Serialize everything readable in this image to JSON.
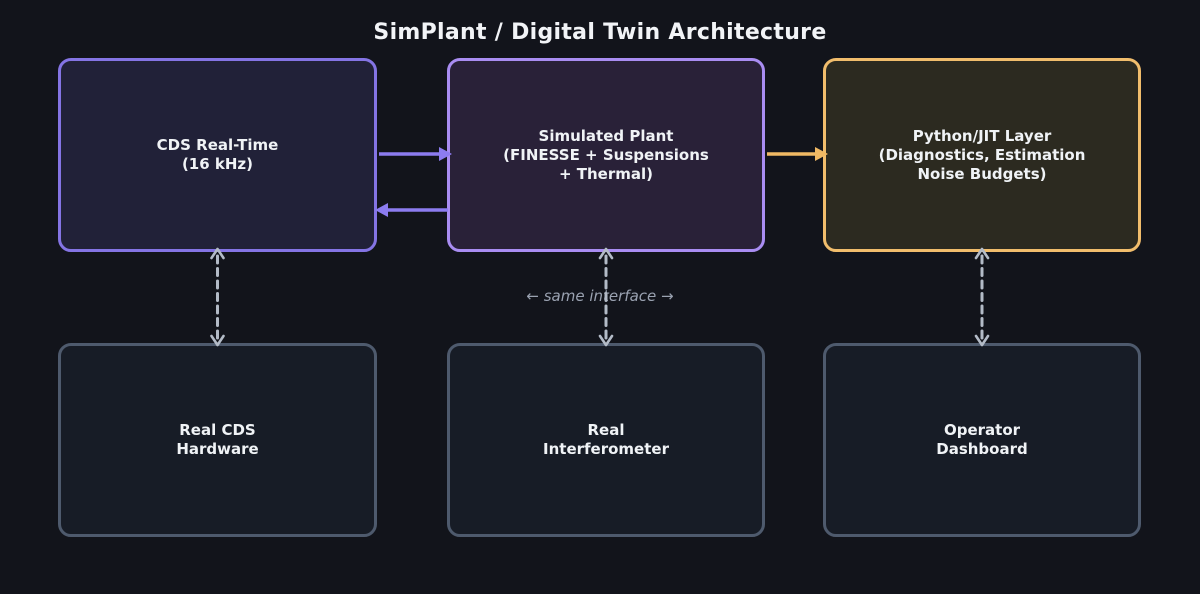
{
  "diagram": {
    "title": "SimPlant / Digital Twin Architecture",
    "top_row": [
      {
        "id": "cds-realtime",
        "lines": [
          "CDS Real-Time",
          "(16 kHz)",
          ""
        ]
      },
      {
        "id": "simulated-plant",
        "lines": [
          "Simulated Plant",
          "(FINESSE + Suspensions",
          "+ Thermal)"
        ]
      },
      {
        "id": "python-jit",
        "lines": [
          "Python/JIT Layer",
          "(Diagnostics, Estimation",
          "Noise Budgets)"
        ]
      }
    ],
    "bottom_row": [
      {
        "id": "real-cds-hardware",
        "lines": [
          "Real CDS",
          "Hardware"
        ]
      },
      {
        "id": "real-interferometer",
        "lines": [
          "Real",
          "Interferometer"
        ]
      },
      {
        "id": "operator-dashboard",
        "lines": [
          "Operator",
          "Dashboard"
        ]
      }
    ],
    "edge_label": "← same interface →",
    "colors": {
      "background": "#12141b",
      "title_text": "#f2f4f7",
      "cds_fill": "#212138",
      "cds_border": "#8474e4",
      "plant_fill": "#292138",
      "plant_border": "#a98df2",
      "python_fill": "#2c2a20",
      "python_border": "#f1bd6c",
      "real_fill": "#171c26",
      "real_border": "#4e5a6d",
      "purple_arrow": "#8c7cf0",
      "orange_arrow": "#f0b964",
      "dashed_arrow": "#b3bbc7",
      "edge_label_text": "#9aa2b1"
    }
  }
}
